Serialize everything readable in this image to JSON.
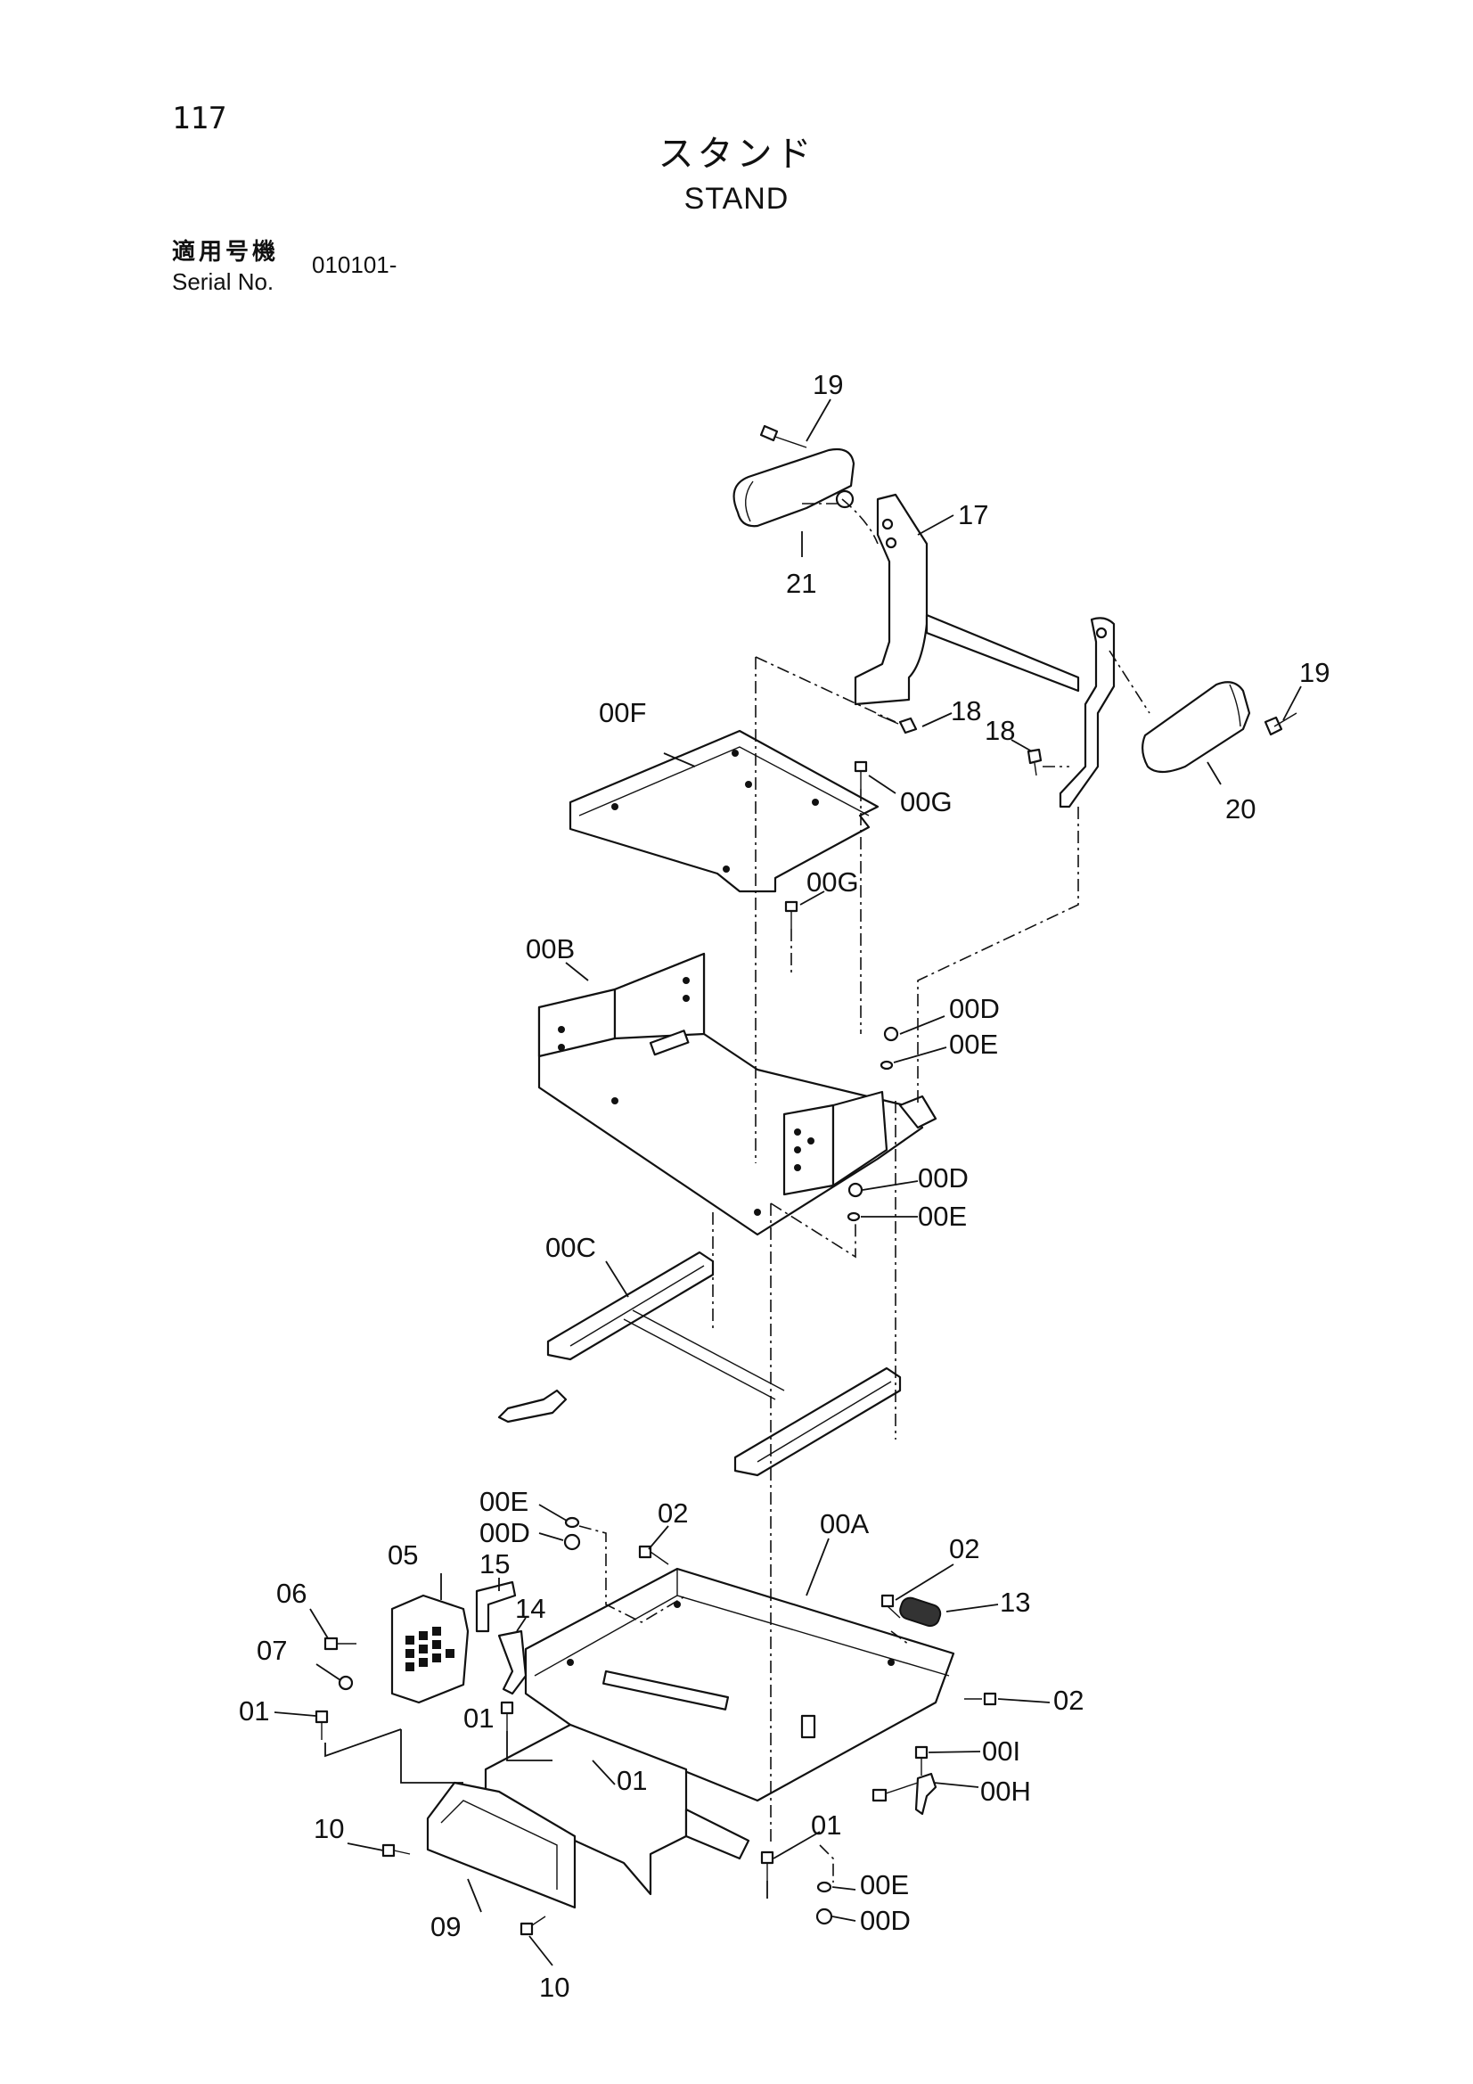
{
  "page": {
    "number": "117"
  },
  "title": {
    "ja": "スタンド",
    "en": "STAND"
  },
  "serial": {
    "label_ja": "適用号機",
    "label_en": "Serial No.",
    "value": "010101-"
  },
  "callouts": {
    "c19a": "19",
    "c21": "21",
    "c17": "17",
    "c19b": "19",
    "c18a": "18",
    "c18b": "18",
    "c20": "20",
    "c00F": "00F",
    "c00Ga": "00G",
    "c00Gb": "00G",
    "c00B": "00B",
    "c00Da": "00D",
    "c00Ea": "00E",
    "c00Db": "00D",
    "c00Eb": "00E",
    "c00C": "00C",
    "c00Ec": "00E",
    "c00Dc": "00D",
    "c02a": "02",
    "c00A": "00A",
    "c02b": "02",
    "c13": "13",
    "c05": "05",
    "c15": "15",
    "c06": "06",
    "c14": "14",
    "c07": "07",
    "c02c": "02",
    "c01a": "01",
    "c01b": "01",
    "c00I": "00I",
    "c01c": "01",
    "c00H": "00H",
    "c10a": "10",
    "c01d": "01",
    "c00Ed": "00E",
    "c09": "09",
    "c00Dd": "00D",
    "c10b": "10"
  }
}
